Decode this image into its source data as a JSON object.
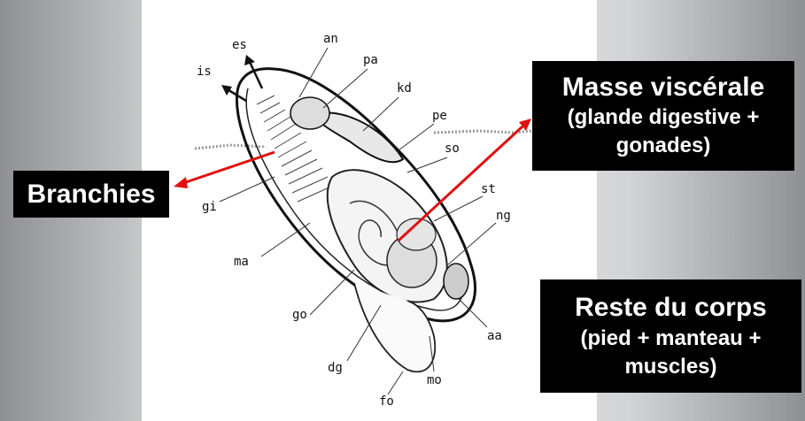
{
  "labels": {
    "branchies": "Branchies",
    "masse_line1": "Masse viscérale",
    "masse_line2": "(glande digestive +",
    "masse_line3": "gonades)",
    "reste_line1": "Reste du corps",
    "reste_line2": "(pied + manteau +",
    "reste_line3": "muscles)"
  },
  "abbreviations": {
    "an": "an",
    "es": "es",
    "is": "is",
    "pa": "pa",
    "kd": "kd",
    "pe": "pe",
    "so": "so",
    "st": "st",
    "ng": "ng",
    "gi": "gi",
    "ma": "ma",
    "go": "go",
    "aa": "aa",
    "dg": "dg",
    "mo": "mo",
    "fo": "fo"
  },
  "colors": {
    "arrow": "#e01010",
    "label_bg": "#000000",
    "label_text": "#ffffff"
  }
}
